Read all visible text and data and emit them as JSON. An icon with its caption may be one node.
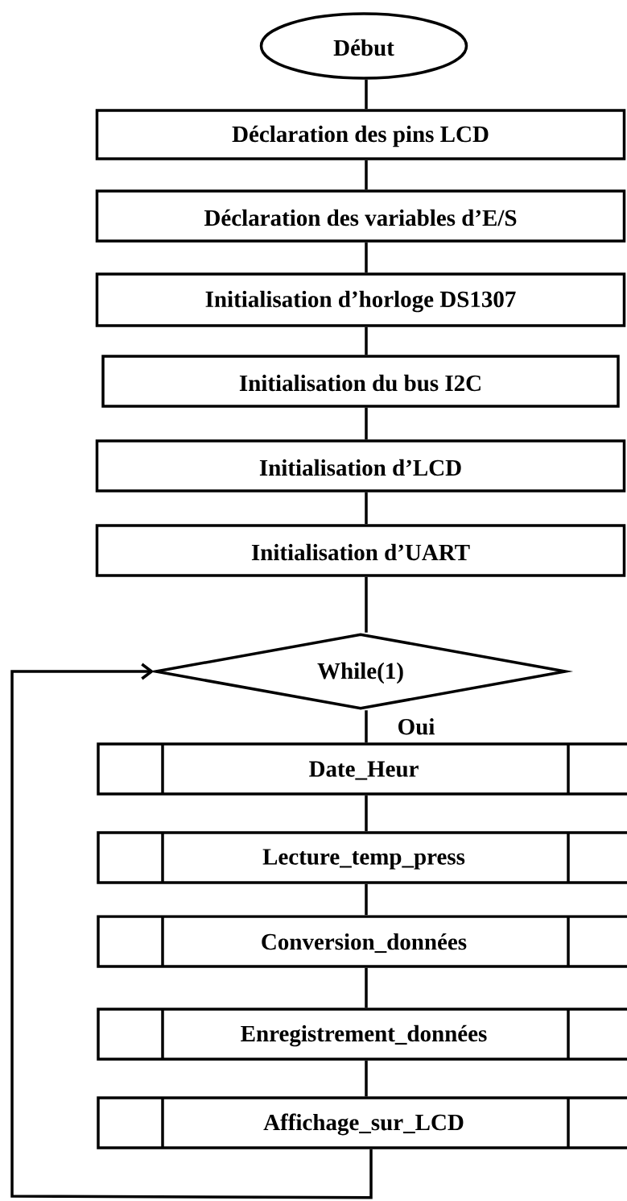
{
  "diagram": {
    "nodes": [
      {
        "text": [
          "Début"
        ]
      },
      {
        "text": [
          "Déclaration des pins LCD"
        ]
      },
      {
        "text": [
          "Déclaration des variables d’E/S"
        ]
      },
      {
        "text": [
          "Initialisation d’horloge DS1307"
        ]
      },
      {
        "text": [
          "Initialisation du bus I2C"
        ]
      },
      {
        "text": [
          "Initialisation d’LCD"
        ]
      },
      {
        "text": [
          "Initialisation d’UART"
        ]
      },
      {
        "text": [
          "While(1)"
        ]
      },
      {
        "text": [
          "Date_Heur"
        ]
      },
      {
        "text": [
          "Lecture_temp_press"
        ]
      },
      {
        "text": [
          "Conversion_données"
        ]
      },
      {
        "text": [
          "Enregistrement_données"
        ]
      },
      {
        "text": [
          "Affichage_sur_LCD"
        ]
      }
    ],
    "edges": [
      {
        "from": 0,
        "to": 1,
        "arrow": "none"
      },
      {
        "from": 1,
        "to": 2,
        "arrow": "none"
      },
      {
        "from": 2,
        "to": 3,
        "arrow": "none"
      },
      {
        "from": 3,
        "to": 4,
        "arrow": "none"
      },
      {
        "from": 4,
        "to": 5,
        "arrow": "none"
      },
      {
        "from": 5,
        "to": 6,
        "arrow": "none"
      },
      {
        "from": 6,
        "to": 7,
        "arrow": "none"
      },
      {
        "from": 7,
        "to": 8,
        "arrow": "none",
        "label": "Oui"
      },
      {
        "from": 8,
        "to": 9,
        "arrow": "none"
      },
      {
        "from": 9,
        "to": 10,
        "arrow": "none"
      },
      {
        "from": 10,
        "to": 11,
        "arrow": "none"
      },
      {
        "from": 11,
        "to": 12,
        "arrow": "none"
      },
      {
        "from": 12,
        "to": 7,
        "arrow": "to"
      }
    ]
  }
}
